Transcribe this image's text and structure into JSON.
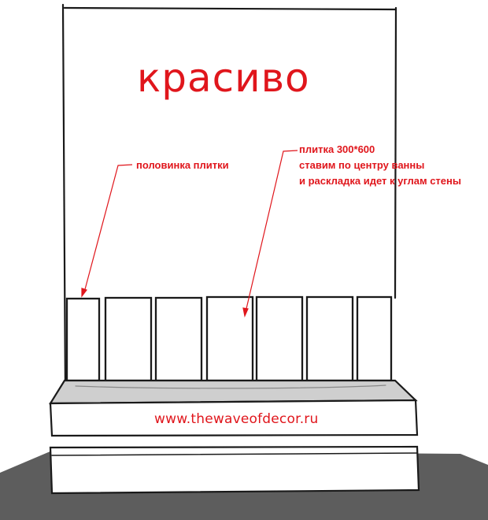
{
  "title": "красиво",
  "labels": {
    "half_tile": "половинка плитки",
    "tile_note": [
      "плитка 300*600",
      "ставим по центру ванны",
      "и раскладка идет к углам стены"
    ]
  },
  "watermark": "www.thewaveofdecor.ru",
  "colors": {
    "annotation": "#e0161c",
    "ink": "#1a1a1a",
    "floor": "#5d5d5d",
    "background": "#ffffff"
  }
}
